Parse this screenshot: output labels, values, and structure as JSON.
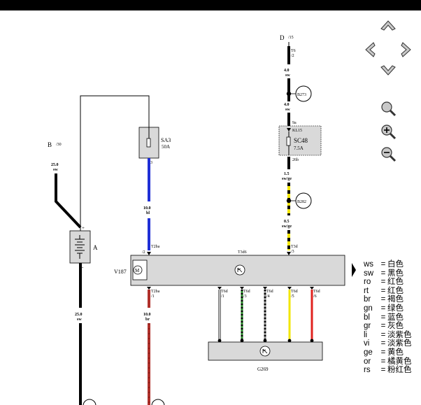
{
  "header": {
    "color": "#000000"
  },
  "nav": {
    "up": "chevron-up-icon",
    "left": "chevron-left-icon",
    "right": "chevron-right-icon",
    "down": "chevron-down-icon",
    "zoom_fit": "magnifier-icon",
    "zoom_in": "zoom-in-icon",
    "zoom_out": "zoom-out-icon"
  },
  "diagram": {
    "terminal_b": "B",
    "terminal_b_sub": "/30",
    "terminal_d": "D",
    "terminal_d_sub": "/15",
    "battery_label": "A",
    "battery_plus": "+",
    "battery_minus": "-",
    "fuse_sa3_name": "SA3",
    "fuse_sa3_rating": "50A",
    "fuse_sa3_pin": "3",
    "fuse_sc_name": "SC48",
    "fuse_sc_rating": "7.5A",
    "fuse_sc_pin_in": "KL15",
    "fuse_sc_top": "9a",
    "fuse_sc_bottom": "26b",
    "t6_top": "T6",
    "t6_sub": "/2",
    "w_b_size": "25.0",
    "w_b_color": "sw",
    "w_d1_size": "4.0",
    "w_d1_color": "sw",
    "w_d2_size": "4.0",
    "w_d2_color": "sw",
    "w_d3_size": "1.5",
    "w_d3_color": "sw/ge",
    "w_d4_size": "0.5",
    "w_d4_color": "sw/ge",
    "w_bl_size": "10.0",
    "w_bl_color": "bl",
    "w_br_size": "10.0",
    "w_br_color": "br",
    "w_gnd_size": "25.0",
    "w_gnd_color": "sw",
    "splice_b273": "B273",
    "splice_b282": "B282",
    "t2ba_top": "T2ba",
    "t2ba_top_pin": "/2",
    "t2ba_bot": "T2ba",
    "t2ba_bot_pin": "/1",
    "t3d": "T3d",
    "t3d_pin": "/3",
    "box_connector": "T3d6",
    "motor_label": "V187",
    "motor_symbol": "M",
    "t6d_1": "T6d",
    "t6d_1_pin": "/1",
    "t6d_3": "T6d",
    "t6d_3_pin": "/3",
    "t6d_4": "T6d",
    "t6d_4_pin": "/4",
    "t6d_5": "T6d",
    "t6d_5_pin": "/5",
    "t6d_6": "T6d",
    "t6d_6_pin": "/6",
    "sensor_label": "G269"
  },
  "legend": [
    {
      "code": "ws",
      "eq": "=",
      "name": "白色"
    },
    {
      "code": "sw",
      "eq": "=",
      "name": "黑色"
    },
    {
      "code": "ro",
      "eq": "=",
      "name": "红色"
    },
    {
      "code": "rt",
      "eq": "=",
      "name": "红色"
    },
    {
      "code": "br",
      "eq": "=",
      "name": "褐色"
    },
    {
      "code": "gn",
      "eq": "=",
      "name": "绿色"
    },
    {
      "code": "bl",
      "eq": "=",
      "name": "蓝色"
    },
    {
      "code": "gr",
      "eq": "=",
      "name": "灰色"
    },
    {
      "code": "li",
      "eq": "=",
      "name": "淡紫色"
    },
    {
      "code": "vi",
      "eq": "=",
      "name": "淡紫色"
    },
    {
      "code": "ge",
      "eq": "=",
      "name": "黄色"
    },
    {
      "code": "or",
      "eq": "=",
      "name": "橘黄色"
    },
    {
      "code": "rs",
      "eq": "=",
      "name": "粉红色"
    }
  ],
  "colors": {
    "wire_black": "#000000",
    "wire_blue": "#1f2fd6",
    "wire_brown": "#b0302a",
    "wire_yellow": "#f2e600",
    "wire_green": "#2a8a2a",
    "wire_red": "#e0231f",
    "box_fill": "#d9d9d9",
    "icon_fill": "#c8c8c8"
  }
}
